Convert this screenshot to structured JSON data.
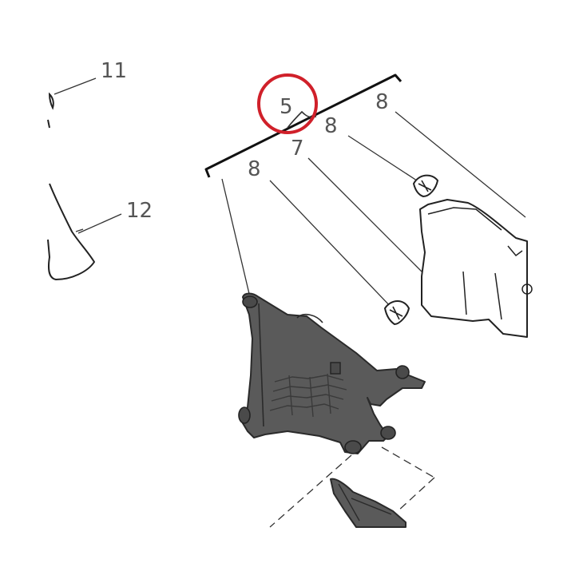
{
  "callouts": {
    "c11": "11",
    "c12": "12",
    "c5": "5",
    "c7": "7",
    "c8a": "8",
    "c8b": "8",
    "c8c": "8"
  },
  "colors": {
    "highlight_circle": "#d0202a",
    "part_fill": "#5a5a5a",
    "line": "#333333"
  }
}
